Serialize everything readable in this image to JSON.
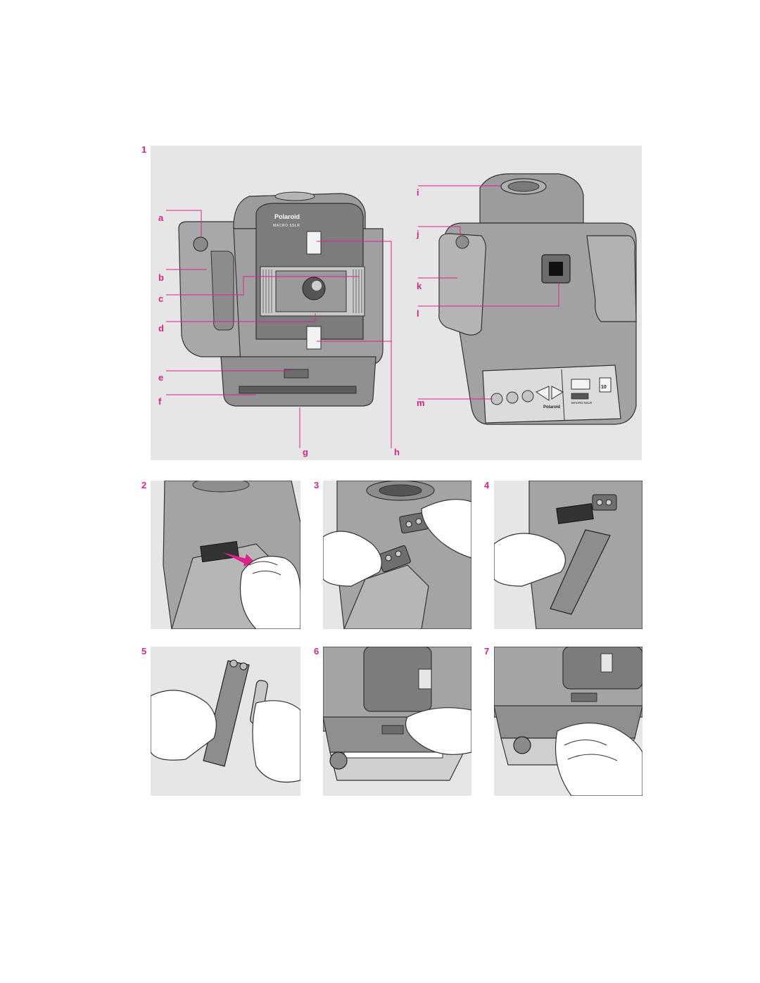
{
  "figures": [
    {
      "number": "1",
      "title": "Camera front and back views with callouts"
    },
    {
      "number": "2"
    },
    {
      "number": "3"
    },
    {
      "number": "4"
    },
    {
      "number": "5"
    },
    {
      "number": "6"
    },
    {
      "number": "7"
    }
  ],
  "callouts": {
    "left": [
      "a",
      "b",
      "c",
      "d",
      "e",
      "f"
    ],
    "bottom": [
      "g",
      "h"
    ],
    "right": [
      "i",
      "j",
      "k",
      "l",
      "m"
    ]
  },
  "camera_front": {
    "brand": "Polaroid",
    "model": "MACRO 5SLR"
  },
  "camera_back": {
    "brand": "Polaroid",
    "model": "MACRO 5SLR",
    "counter": "10"
  },
  "colors": {
    "accent": "#e0218a",
    "panel_bg": "#e6e6e6",
    "body_grey": "#9a9a9a",
    "dark_grey": "#6e6e6e",
    "line": "#333333"
  }
}
